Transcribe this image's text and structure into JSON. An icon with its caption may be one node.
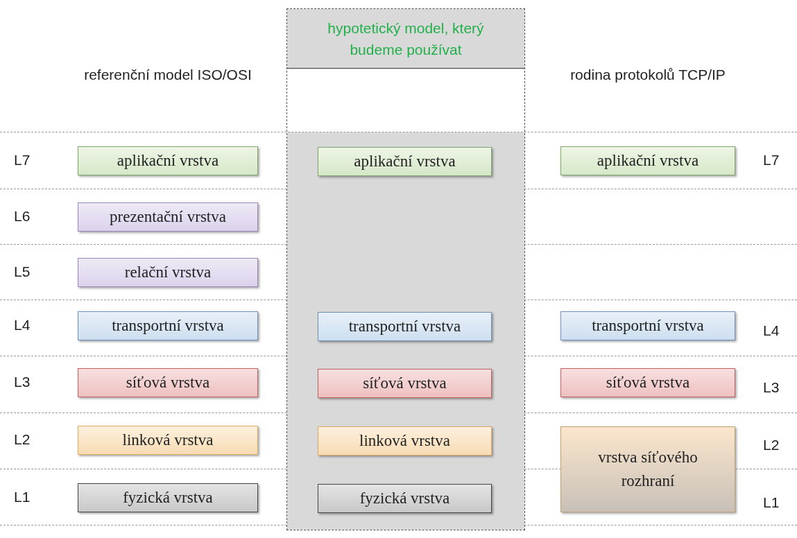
{
  "diagram": {
    "nodes": [
      {
        "text": [
          "hypotetický model, který budeme používat"
        ]
      },
      {
        "text": [
          "aplikační vrstva"
        ]
      },
      {
        "text": [
          "aplikační vrstva"
        ],
        "in": 0
      },
      {
        "text": [
          "aplikační vrstva"
        ]
      },
      {
        "text": [
          "prezentační vrstva"
        ]
      },
      {
        "text": [
          "relační vrstva"
        ]
      },
      {
        "text": [
          "transportní vrstva"
        ]
      },
      {
        "text": [
          "transportní vrstva"
        ],
        "in": 0
      },
      {
        "text": [
          "transportní vrstva"
        ]
      },
      {
        "text": [
          "síťová vrstva"
        ]
      },
      {
        "text": [
          "síťová vrstva"
        ],
        "in": 0
      },
      {
        "text": [
          "síťová vrstva"
        ]
      },
      {
        "text": [
          "linková vrstva"
        ]
      },
      {
        "text": [
          "linková vrstva"
        ],
        "in": 0
      },
      {
        "text": [
          "vrstva síťového rozhraní"
        ]
      },
      {
        "text": [
          "fyzická vrstva"
        ]
      },
      {
        "text": [
          "fyzická vrstva"
        ],
        "in": 0
      }
    ],
    "edges": [],
    "labels": [
      "referenční model ISO/OSI",
      "rodina protokolů TCP/IP",
      "L7",
      "L7",
      "L6",
      "L5",
      "L4",
      "L4",
      "L3",
      "L3",
      "L2",
      "L2",
      "L1",
      "L1"
    ]
  }
}
